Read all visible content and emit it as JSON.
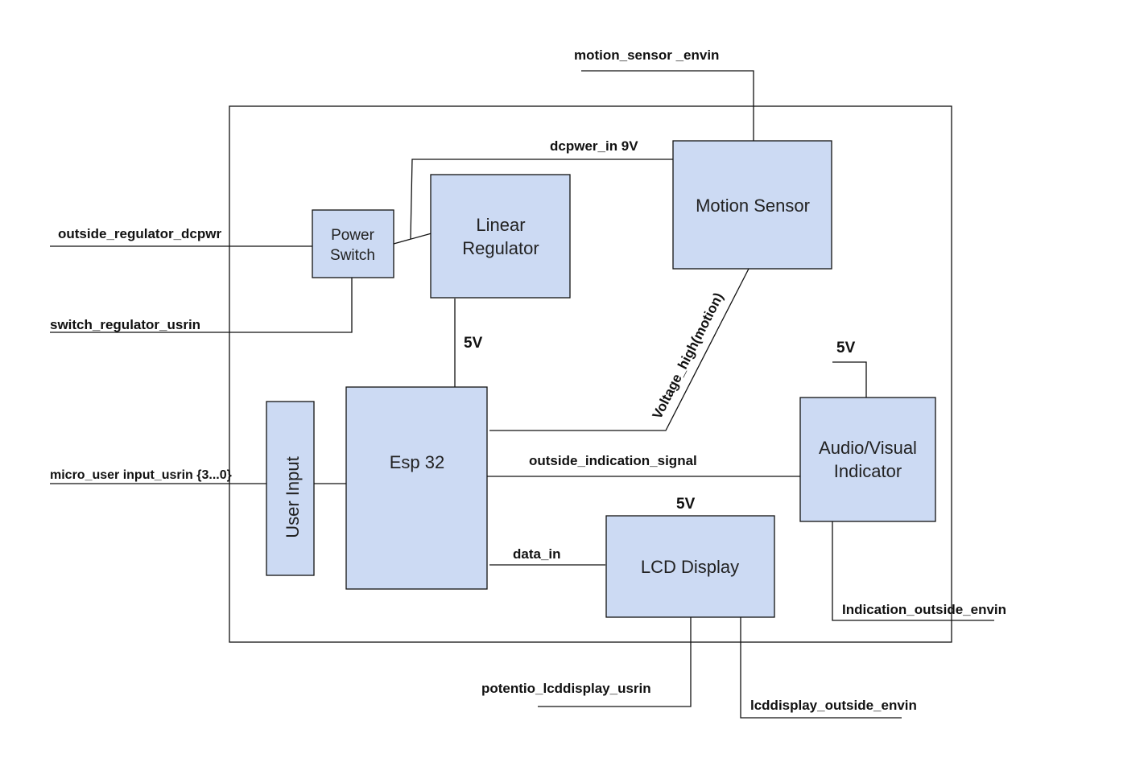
{
  "blocks": {
    "power_switch": [
      "Power",
      "Switch"
    ],
    "linear_regulator": [
      "Linear",
      "Regulator"
    ],
    "motion_sensor": "Motion Sensor",
    "esp32": "Esp 32",
    "user_input": "User Input",
    "audio_visual": [
      "Audio/Visual",
      "Indicator"
    ],
    "lcd_display": "LCD Display"
  },
  "signals": {
    "motion_sensor_envin": "motion_sensor _envin",
    "dcpwer_in": "dcpwer_in 9V",
    "outside_regulator_dcpwr": "outside_regulator_dcpwr",
    "switch_regulator_usrin": "switch_regulator_usrin",
    "micro_user_input": "micro_user input_usrin {3...0}",
    "voltage_high": "Voltage_high(motion)",
    "outside_indication_signal": "outside_indication_signal",
    "data_in": "data_in",
    "indication_outside_envin": "Indication_outside_envin",
    "potentio_lcddisplay_usrin": "potentio_lcddisplay_usrin",
    "lcddisplay_outside_envin": "lcddisplay_outside_envin"
  },
  "voltages": {
    "regulator_out": "5V",
    "indicator_supply": "5V",
    "lcd_supply": "5V"
  },
  "colors": {
    "block_fill": "#ccdaf3",
    "line": "#111111"
  }
}
